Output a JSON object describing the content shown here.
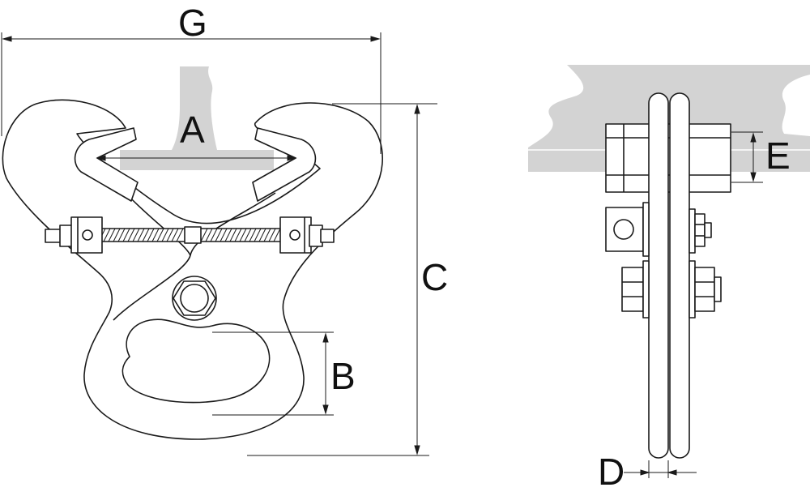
{
  "dimension_labels": {
    "A": "A",
    "B": "B",
    "C": "C",
    "D": "D",
    "E": "E",
    "G": "G"
  },
  "colors": {
    "stroke": "#1a1a1a",
    "beam_fill": "#d3d3d3",
    "background": "#ffffff"
  }
}
